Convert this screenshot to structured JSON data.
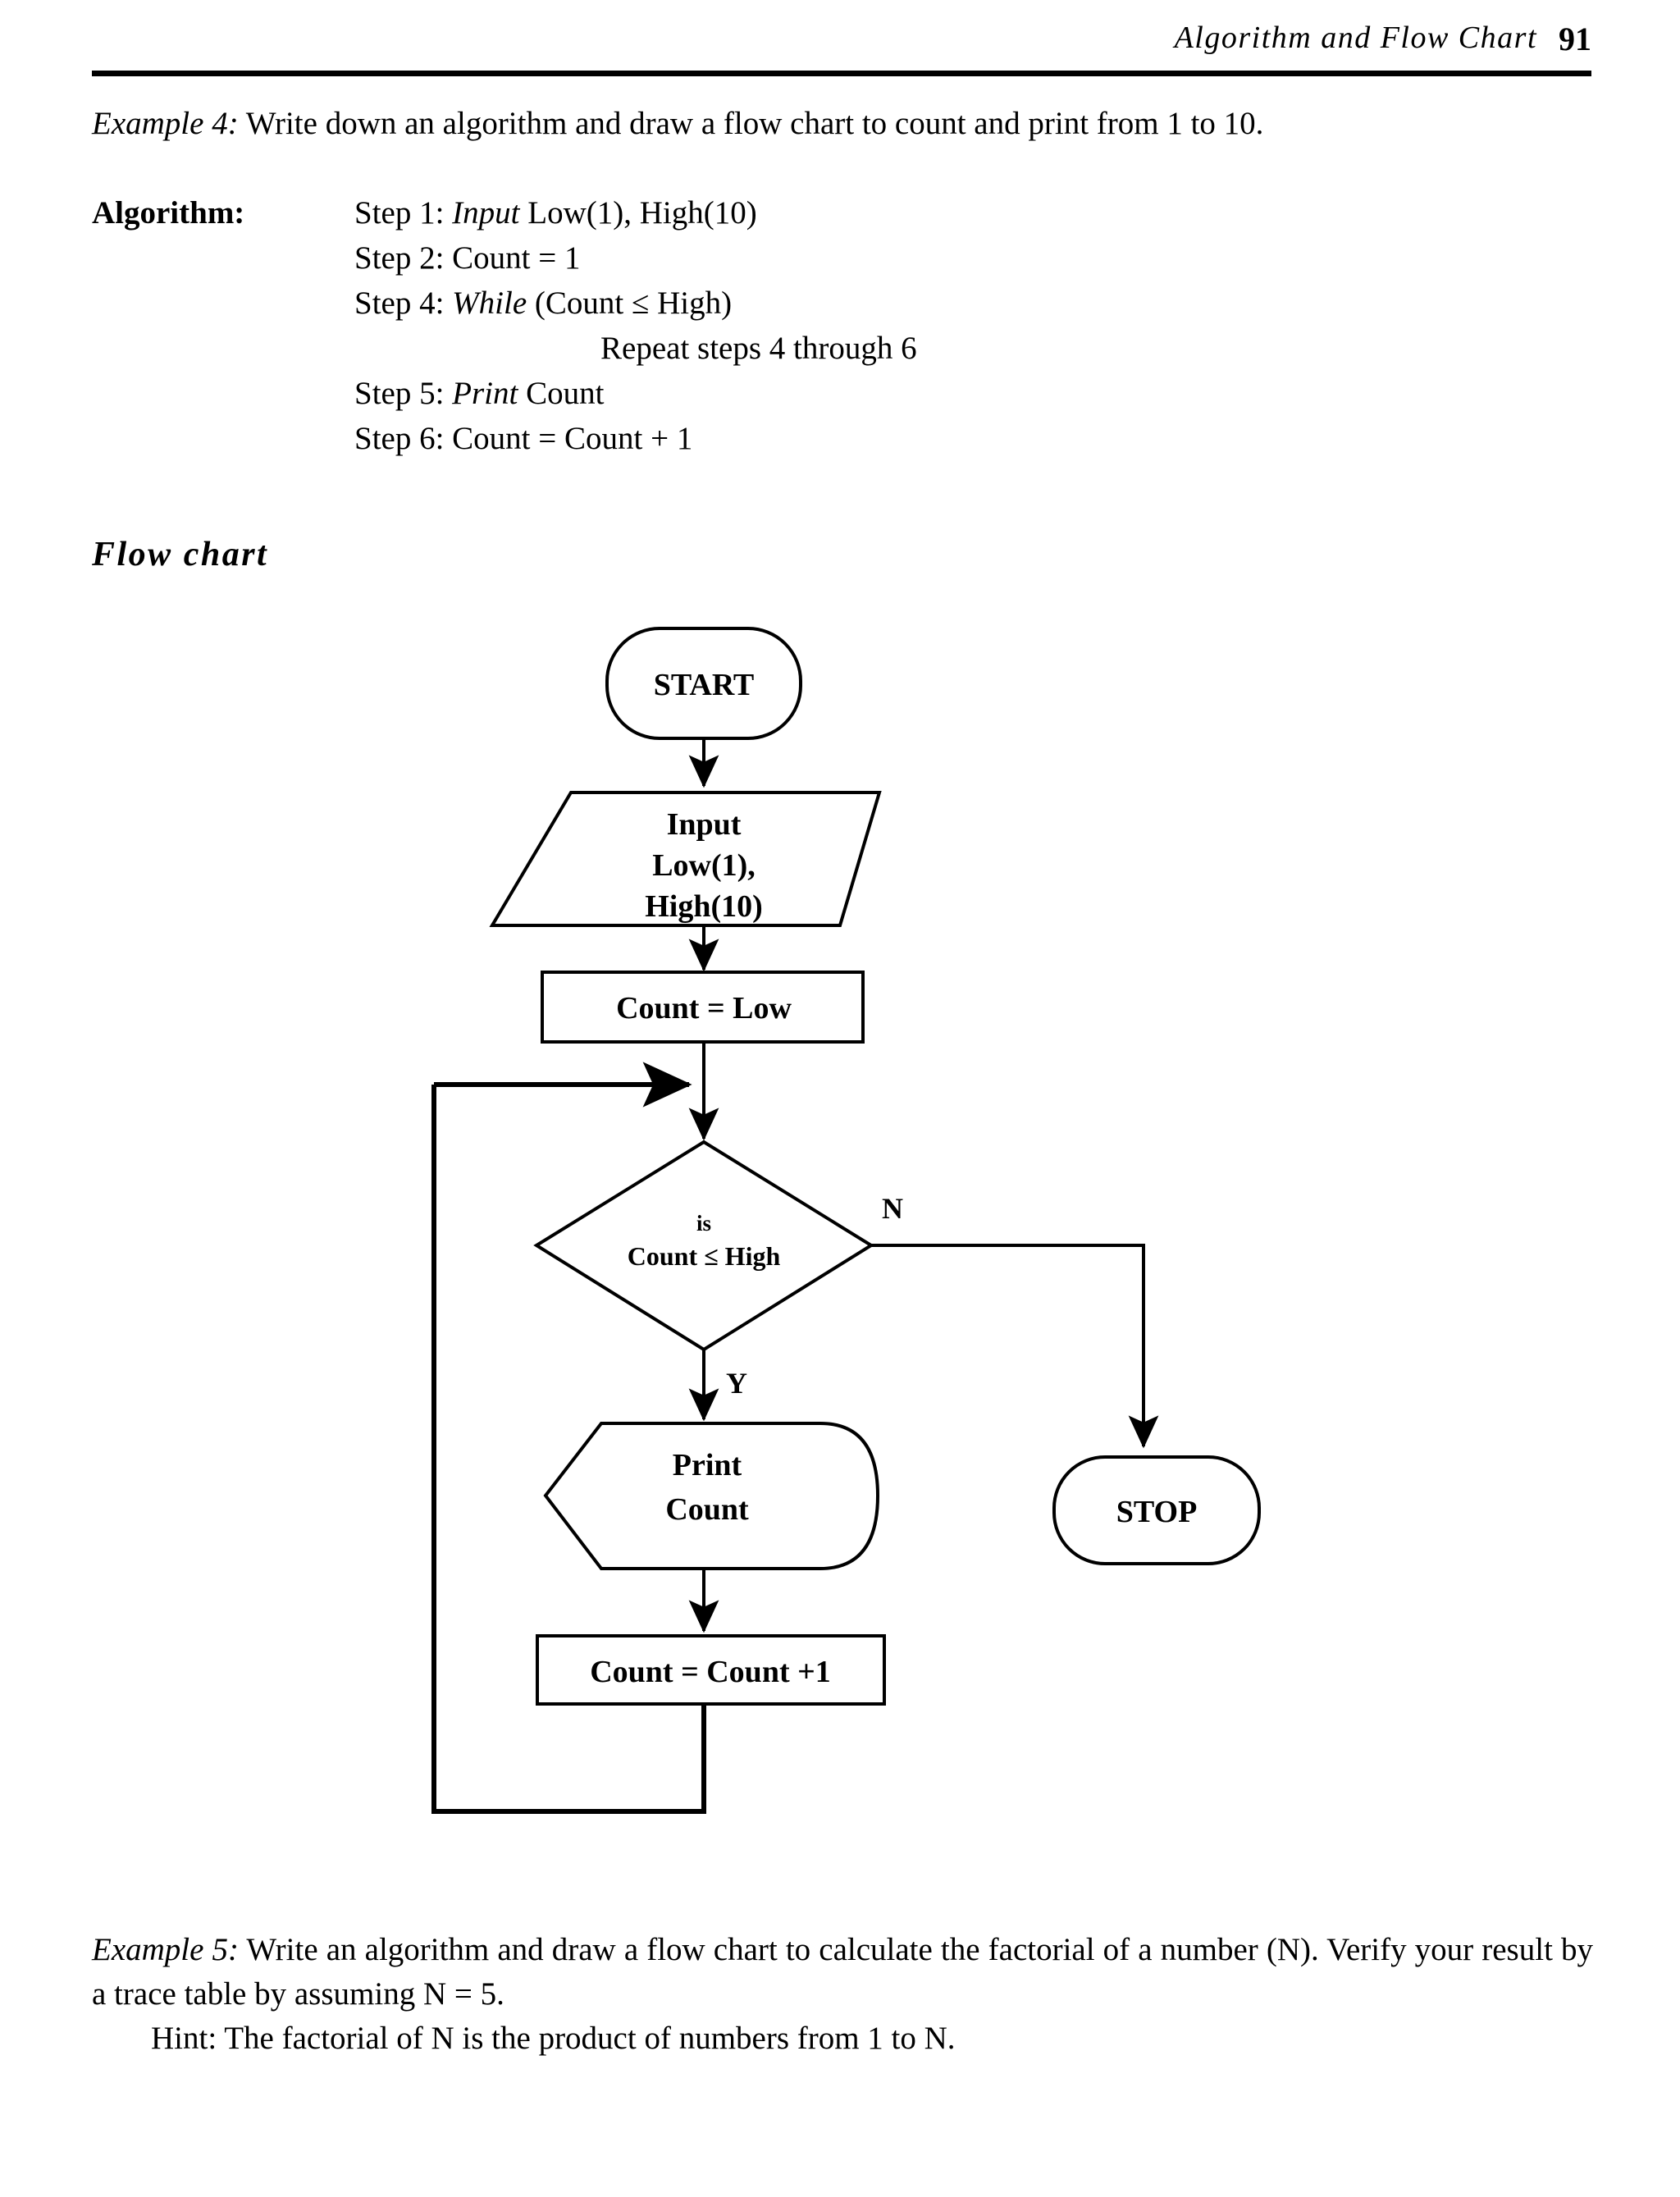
{
  "running_head": {
    "title": "Algorithm and Flow Chart",
    "page_number": "91"
  },
  "example4": {
    "label": "Example 4:",
    "text": " Write down an algorithm and draw a flow chart to count and print from 1 to 10."
  },
  "algorithm": {
    "label": "Algorithm:",
    "steps": [
      {
        "number": "Step 1:",
        "keyword": "Input",
        "rest": " Low(1), High(10)",
        "indent": false
      },
      {
        "number": "Step 2:",
        "keyword": "",
        "rest": "Count = 1",
        "indent": false
      },
      {
        "number": "Step 4:",
        "keyword": "While",
        "rest": " (Count ≤ High)",
        "indent": false
      },
      {
        "number": "",
        "keyword": "",
        "rest": "Repeat steps 4 through 6",
        "indent": true
      },
      {
        "number": "Step 5:",
        "keyword": "Print",
        "rest": " Count",
        "indent": false
      },
      {
        "number": "Step 6:",
        "keyword": "",
        "rest": "Count = Count + 1",
        "indent": false
      }
    ]
  },
  "flowchart": {
    "heading": "Flow chart",
    "nodes": {
      "start": {
        "text": "START",
        "shape": "terminator"
      },
      "input": {
        "lines": [
          "Input",
          "Low(1),",
          "High(10)"
        ],
        "shape": "parallelogram"
      },
      "init": {
        "text": "Count = Low",
        "shape": "process"
      },
      "decision": {
        "line1": "is",
        "line2": "Count ≤ High",
        "shape": "diamond"
      },
      "print": {
        "lines": [
          "Print",
          "Count"
        ],
        "shape": "display"
      },
      "increment": {
        "text": "Count = Count +1",
        "shape": "process"
      },
      "stop": {
        "text": "STOP",
        "shape": "terminator"
      }
    },
    "branch_labels": {
      "no": "N",
      "yes": "Y"
    }
  },
  "example5": {
    "label": "Example 5:",
    "text": " Write an algorithm and draw a flow chart to calculate the factorial of a number (N). Verify your result by a trace table by assuming N = 5."
  },
  "hint": {
    "text": "Hint: The factorial of N is the product of numbers from 1 to N."
  }
}
